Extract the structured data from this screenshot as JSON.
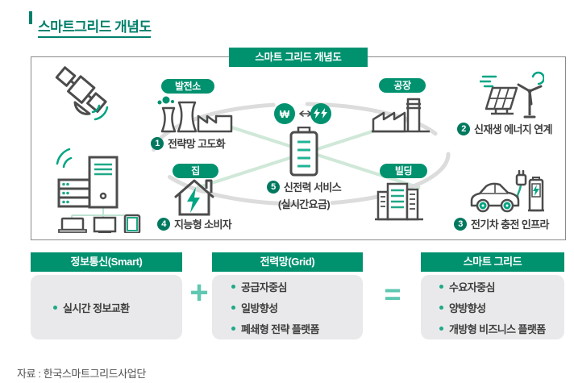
{
  "page_title": "스마트그리드 개념도",
  "diagram": {
    "title": "스마트 그리드 개념도",
    "power_plant": {
      "label": "발전소",
      "num": "1",
      "caption": "전략망 고도화"
    },
    "home": {
      "label": "집",
      "num": "4",
      "caption": "지능형 소비자"
    },
    "factory": {
      "label": "공장"
    },
    "building": {
      "label": "빌딩"
    },
    "renewable": {
      "num": "2",
      "caption": "신재생 에너지 연계"
    },
    "ev": {
      "num": "3",
      "caption": "전기차 충전 인프라"
    },
    "service": {
      "num": "5",
      "caption": "신전력 서비스",
      "caption_sub": "(실시간요금)",
      "currency_symbol": "₩"
    }
  },
  "comparison": {
    "plus": "+",
    "equals": "=",
    "boxes": [
      {
        "header": "정보통신(Smart)",
        "items": [
          "실시간 정보교환"
        ]
      },
      {
        "header": "전력망(Grid)",
        "items": [
          "공급자중심",
          "일방향성",
          "폐쇄형 전략 플랫폼"
        ]
      },
      {
        "header": "스마트 그리드",
        "items": [
          "수요자중심",
          "양방향성",
          "개방형 비즈니스 플랫폼"
        ]
      }
    ]
  },
  "source": "자료 : 한국스마트그리드사업단",
  "colors": {
    "primary_green": "#00916F",
    "badge_green": "#00795F",
    "title_teal": "#00806B",
    "mint": "#5FC7B2",
    "light_green_line": "#CFE8D8",
    "ellipse_gray": "#DCDCDC",
    "panel_gray": "#E9E9EB"
  }
}
